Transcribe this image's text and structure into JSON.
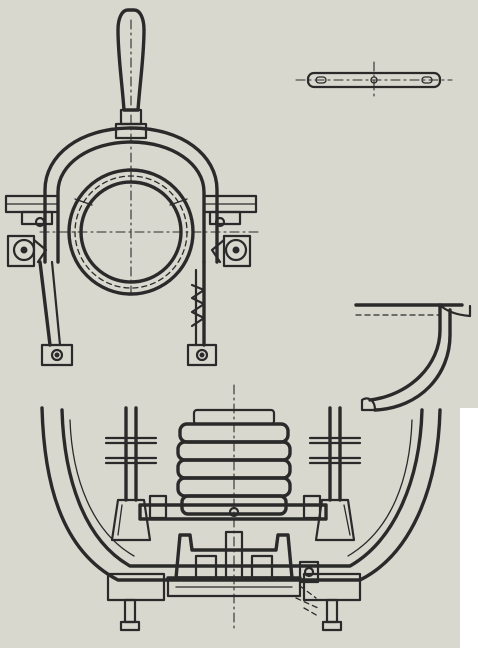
{
  "figure": {
    "kind": "mechanical-engineering-line-drawing",
    "paper_color": "#d9d8cf",
    "ink_color": "#2a2a2a",
    "background_color": "#ffffff",
    "views": [
      {
        "id": "upper-assembly",
        "description_icon": "ring-bearing-with-lever"
      },
      {
        "id": "link-bar-detail",
        "description_icon": "perforated-bar"
      },
      {
        "id": "lower-assembly",
        "description_icon": "u-frame-with-bellows"
      }
    ],
    "text": []
  }
}
